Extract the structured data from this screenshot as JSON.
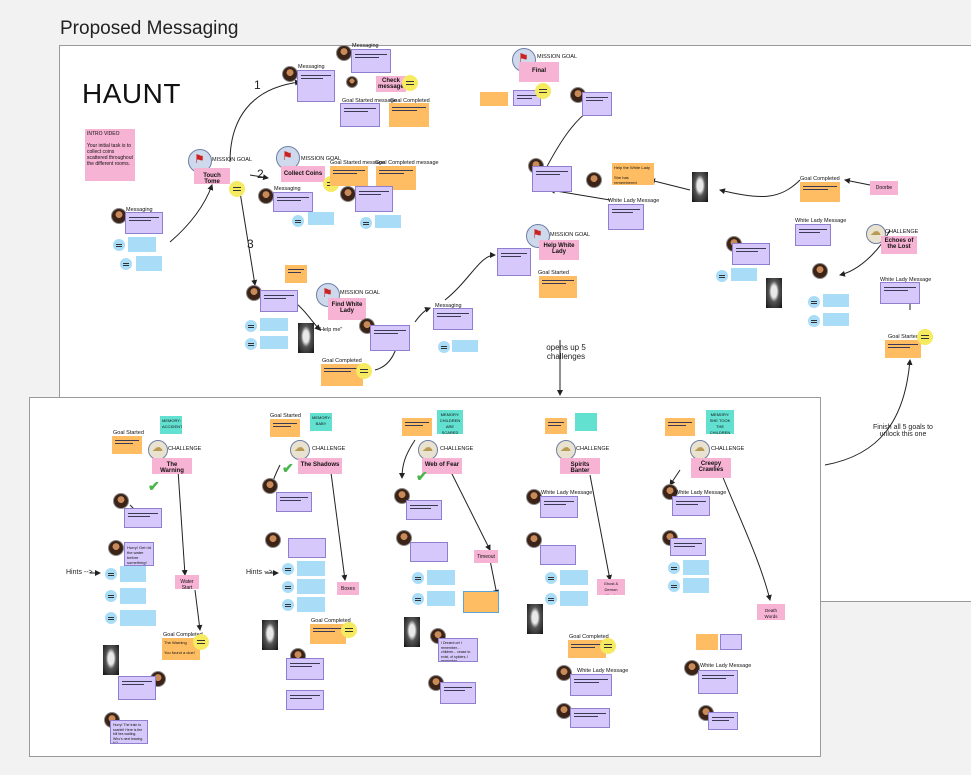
{
  "page_title": "Proposed Messaging",
  "board_title": "HAUNT",
  "intro_note": "INTRO VIDEO\n\nYour initial task is to collect coins scattered throughout the different rooms.",
  "labels": {
    "mission_goal": "MISSION GOAL",
    "challenge": "CHALLENGE",
    "messaging": "Messaging",
    "goal_started": "Goal Started",
    "goal_completed": "Goal Completed",
    "goal_started_message": "Goal Started message",
    "goal_completed_message": "Goal Completed message",
    "white_lady_message": "White Lady Message",
    "hints": "Hints -->",
    "opens_up": "opens up 5 challenges",
    "finish_all": "Finish all 5 goals to unlock this one"
  },
  "branch_numbers": [
    "1",
    "2",
    "3"
  ],
  "mission_goals": {
    "touch_tome": "Touch Tome",
    "collect_coins": "Collect Coins",
    "find_white_lady": "Find White Lady",
    "help_white_lady": "Help White Lady",
    "final": "Final",
    "check_messages": "Check messages"
  },
  "challenges": {
    "echoes": "Echoes of the Lost",
    "warning": "The Warning",
    "shadows": "The Shadows",
    "web": "Web of Fear",
    "spirits": "Spirits Banter",
    "crawlies": "Creepy Crawlies"
  },
  "memory_tags": {
    "warning": "MEMORY: ACCIDENT",
    "shadows": "MEMORY: BABY",
    "web": "MEMORY: CHILDREN ARE SCARED",
    "crawlies": "MEMORY: SHE TOOK THE CHILDREN"
  },
  "pink_notes": {
    "water_start": "Water Start",
    "boxes": "Boxes",
    "timeout": "Timeout",
    "ghost_demon": "Ghost & Demon Words",
    "death_words": "Death Words",
    "doorbe": "Doorbe"
  },
  "small_text": {
    "warning_completed": "The Warning\n\nYou found a clue!",
    "hurry_note": "Hurry! Get rid the water before something!",
    "hurry_there": "Hurry! The train to scarlet! Here is the bill lies waiting. Who's next leaving to?",
    "web_note": "I Dreamt on! I remember... children... cease to exist, of spiders, I remember...",
    "help_lady_note": "Help the White Lady\n\nShe has remembered something!",
    "final_note": "Final",
    "lost_quote": "\"Help me\""
  },
  "colors": {
    "pink": "#f7b3d4",
    "orange": "#ffbd63",
    "purple": "#d6c8fb",
    "blue": "#a8dcf7",
    "teal": "#62e0d0",
    "yellow": "#f6ea60"
  }
}
